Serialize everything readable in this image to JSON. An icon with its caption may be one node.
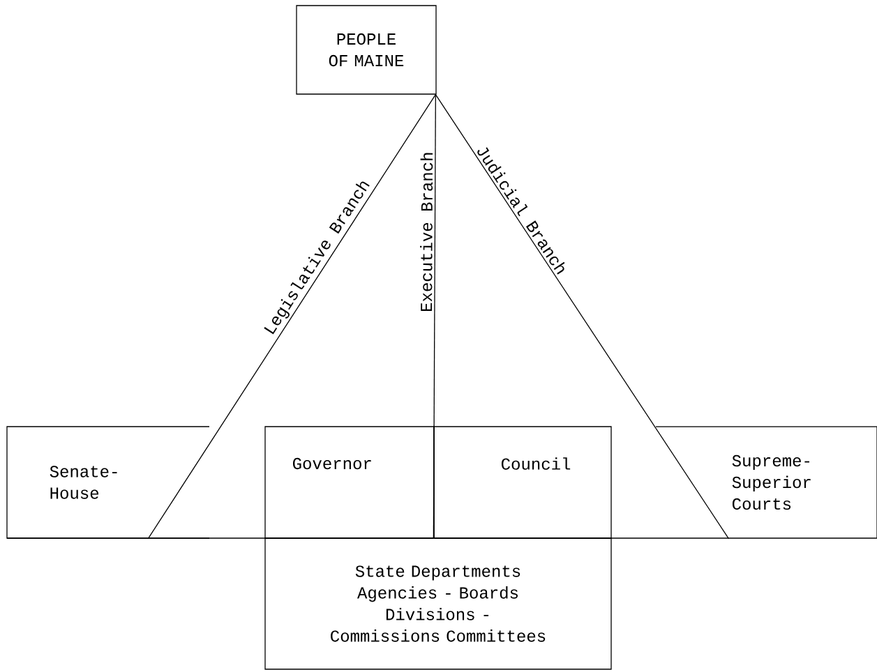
{
  "diagram": {
    "nodes": [
      {
        "text": [
          "PEOPLE OF MAINE"
        ]
      },
      {
        "text": [
          "Senate- House"
        ]
      },
      {
        "text": [
          "Governor"
        ]
      },
      {
        "text": [
          "Council"
        ]
      },
      {
        "text": [
          "Supreme- Superior Courts"
        ]
      },
      {
        "text": [
          "State Departments Agencies - Boards Divisions - Commissions Committees"
        ]
      }
    ],
    "edges": [
      {
        "from": 0,
        "to": 1,
        "arrow": "none",
        "label": "Legislative Branch"
      },
      {
        "from": 0,
        "to": 5,
        "arrow": "none",
        "label": "Executive Branch"
      },
      {
        "from": 0,
        "to": 4,
        "arrow": "none",
        "label": "Judicial Branch"
      }
    ]
  }
}
